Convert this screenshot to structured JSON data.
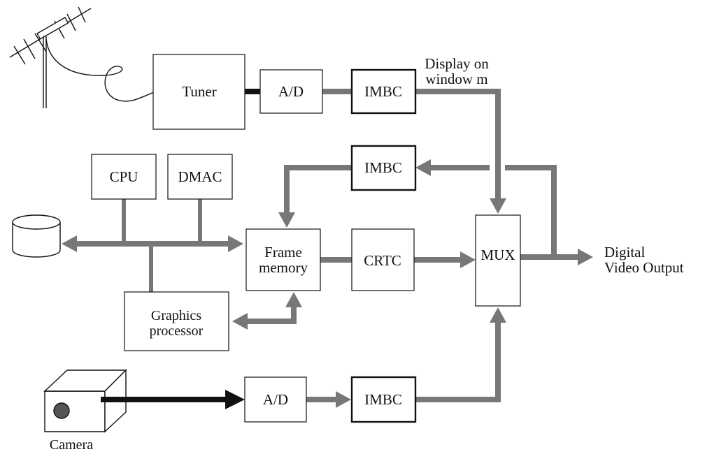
{
  "labels": {
    "tuner": "Tuner",
    "ad_top": "A/D",
    "imbc_top": "IMBC",
    "display_line1": "Display on",
    "display_line2": "window m",
    "imbc_mid": "IMBC",
    "cpu": "CPU",
    "dmac": "DMAC",
    "frame_line1": "Frame",
    "frame_line2": "memory",
    "crtc": "CRTC",
    "mux": "MUX",
    "output_line1": "Digital",
    "output_line2": "Video Output",
    "graphics_line1": "Graphics",
    "graphics_line2": "processor",
    "ad_bottom": "A/D",
    "imbc_bottom": "IMBC",
    "camera": "Camera"
  },
  "icons": [
    "antenna-icon",
    "disk-icon",
    "camera-icon"
  ]
}
